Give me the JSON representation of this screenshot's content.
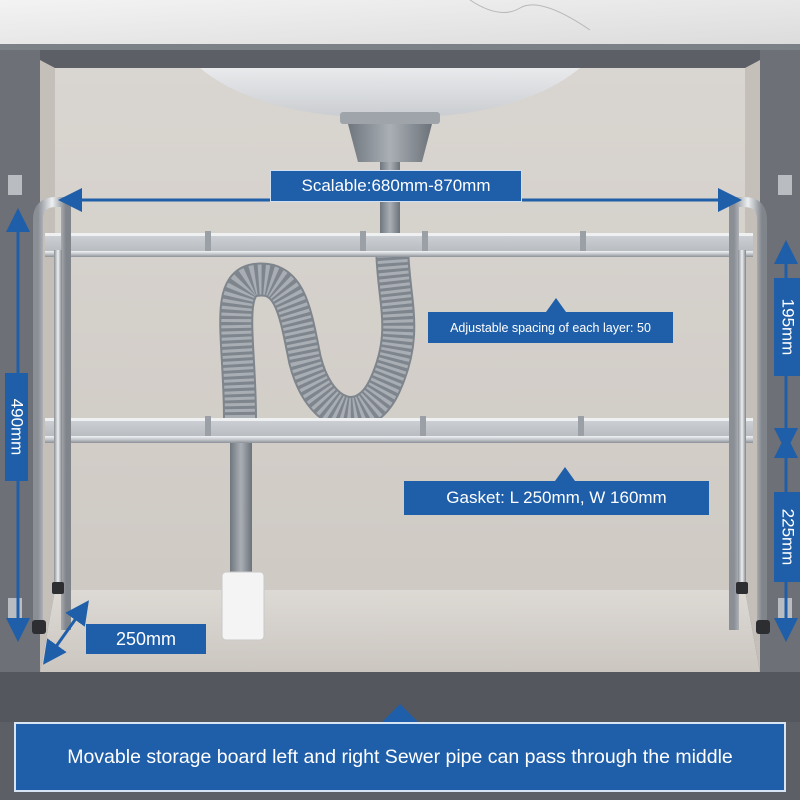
{
  "dimensions": {
    "scalable": "Scalable:680mm-870mm",
    "layer_spacing": "Adjustable spacing of each layer: 50",
    "gasket": "Gasket: L 250mm, W 160mm",
    "depth": "250mm",
    "total_height": "490mm",
    "upper_gap": "195mm",
    "lower_gap": "225mm"
  },
  "caption": "Movable storage board left and right  Sewer pipe can pass through the middle",
  "colors": {
    "label_blue": "#1f5ea8",
    "cabinet_gray": "#5c5f66",
    "interior": "#d6d2cd",
    "pipe_gray": "#8f969e",
    "steel": "#c9ccd1"
  }
}
